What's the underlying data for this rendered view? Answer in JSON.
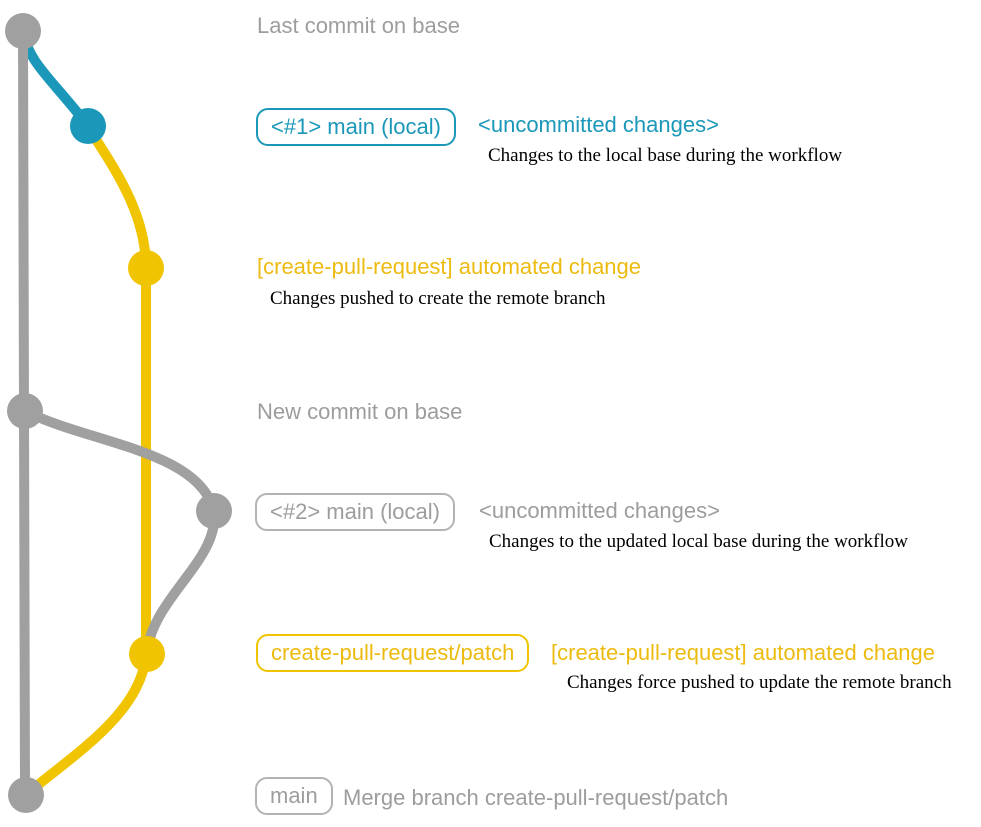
{
  "diagram_title": "create-pull-request workflow git graph",
  "colors": {
    "gray": "#a0a0a0",
    "gray_text": "#9d9d9d",
    "gray_border": "#b3b3b3",
    "blue": "#1b98b9",
    "yellow": "#f0c400",
    "yellow_text": "#edbb10",
    "caption": "#000000",
    "background": "#ffffff"
  },
  "graph": {
    "branches": [
      {
        "name": "base",
        "color": "gray"
      },
      {
        "name": "main-local",
        "color": "blue"
      },
      {
        "name": "create-pull-request-patch",
        "color": "yellow"
      }
    ],
    "nodes": [
      {
        "name": "last-commit-on-base",
        "color": "gray"
      },
      {
        "name": "local-main-1-commit",
        "color": "blue"
      },
      {
        "name": "automated-change-commit-1",
        "color": "yellow"
      },
      {
        "name": "new-commit-on-base",
        "color": "gray"
      },
      {
        "name": "local-main-2-commit",
        "color": "gray"
      },
      {
        "name": "automated-change-commit-2",
        "color": "yellow"
      },
      {
        "name": "merge-commit",
        "color": "gray"
      }
    ]
  },
  "rows": {
    "last_commit": {
      "label": "Last commit on base"
    },
    "local_main_1": {
      "badge": "<#1> main (local)",
      "title": "<uncommitted changes>",
      "caption": "Changes to the local base during the workflow"
    },
    "automated_change_1": {
      "title": "[create-pull-request] automated change",
      "caption": "Changes pushed to create the remote branch"
    },
    "new_commit": {
      "label": "New commit on base"
    },
    "local_main_2": {
      "badge": "<#2> main (local)",
      "title": "<uncommitted changes>",
      "caption": "Changes to the updated local base during the workflow"
    },
    "patch_branch": {
      "badge": "create-pull-request/patch",
      "title": "[create-pull-request] automated change",
      "caption": "Changes force pushed to update the remote branch"
    },
    "merge": {
      "badge": "main",
      "label": "Merge branch create-pull-request/patch"
    }
  }
}
